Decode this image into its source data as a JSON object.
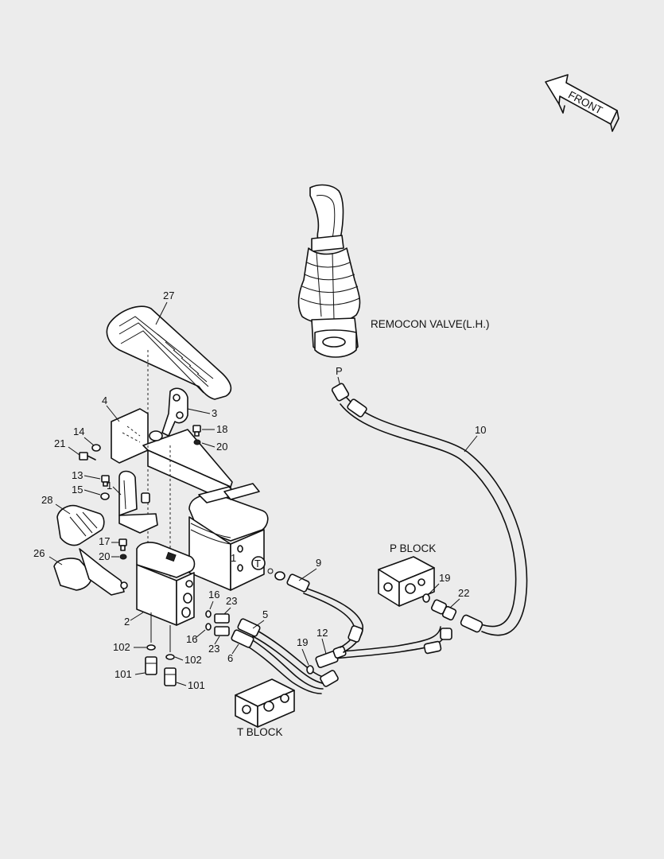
{
  "diagram": {
    "front_label": "FRONT",
    "remocon_label": "REMOCON VALVE(L.H.)",
    "p_block_label": "P BLOCK",
    "t_block_label": "T BLOCK",
    "port_p": "P",
    "port_t": "T",
    "port_1": "1",
    "part_numbers": {
      "n1": "1",
      "n2": "2",
      "n3": "3",
      "n4": "4",
      "n5": "5",
      "n6": "6",
      "n9": "9",
      "n10": "10",
      "n12": "12",
      "n13": "13",
      "n14": "14",
      "n15": "15",
      "n16a": "16",
      "n16b": "16",
      "n17": "17",
      "n18": "18",
      "n19a": "19",
      "n19b": "19",
      "n20a": "20",
      "n20b": "20",
      "n21": "21",
      "n22": "22",
      "n23a": "23",
      "n23b": "23",
      "n26": "26",
      "n27": "27",
      "n28": "28",
      "n101a": "101",
      "n101b": "101",
      "n102a": "102",
      "n102b": "102"
    }
  }
}
